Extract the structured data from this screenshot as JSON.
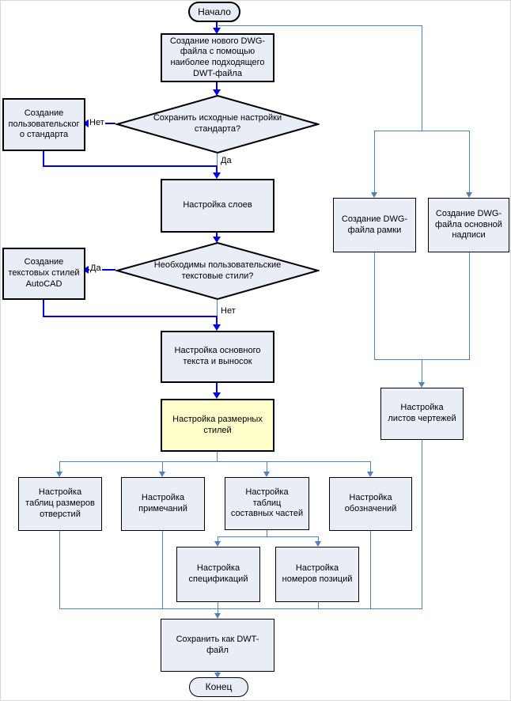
{
  "colors": {
    "box_fill": "#e9edf5",
    "hl_fill": "#ffffcc",
    "border": "#000000",
    "flow": "#0000e6",
    "conn": "#4f81bd"
  },
  "edges": {
    "d1_no": "Нет",
    "d1_yes": "Да",
    "d2_yes": "Да",
    "d2_no": "Нет"
  },
  "nodes": {
    "start": {
      "label": "Начало"
    },
    "create_dwg": {
      "label": "Создание нового DWG-\nфайла с помощью\nнаиболее подходящего\nDWT-файла"
    },
    "d_keep_settings": {
      "label": "Сохранить исходные настройки\nстандарта?"
    },
    "custom_standard": {
      "label": "Создание\nпользовательског\nо стандарта"
    },
    "layers": {
      "label": "Настройка слоев"
    },
    "d_text_styles": {
      "label": "Необходимы пользовательские\nтекстовые стили?"
    },
    "autocad_text_styles": {
      "label": "Создание\nтекстовых стилей\nAutoCAD"
    },
    "main_text": {
      "label": "Настройка основного\nтекста и выносок"
    },
    "dim_styles": {
      "label": "Настройка размерных\nстилей"
    },
    "frame_dwg": {
      "label": "Создание DWG-\nфайла рамки"
    },
    "titleblock_dwg": {
      "label": "Создание DWG-\nфайла основной\nнадписи"
    },
    "sheets": {
      "label": "Настройка\nлистов чертежей"
    },
    "hole_tables": {
      "label": "Настройка\nтаблиц размеров\nотверстий"
    },
    "notes": {
      "label": "Настройка\nпримечаний"
    },
    "parts_tables": {
      "label": "Настройка\nтаблиц\nсоставных частей"
    },
    "symbols": {
      "label": "Настройка\nобозначений"
    },
    "specifications": {
      "label": "Настройка\nспецификаций"
    },
    "item_numbers": {
      "label": "Настройка\nномеров позиций"
    },
    "save_dwt": {
      "label": "Сохранить как DWT-\nфайл"
    },
    "end": {
      "label": "Конец"
    }
  }
}
